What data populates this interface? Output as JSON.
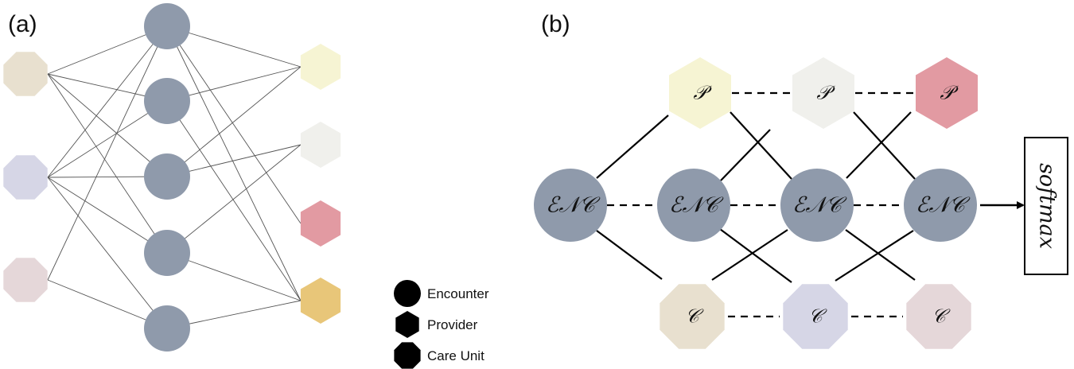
{
  "panel_a": {
    "label": "(a)",
    "care_units": [
      {
        "id": "cu1",
        "color": "#e8e0cf"
      },
      {
        "id": "cu2",
        "color": "#d6d6e6"
      },
      {
        "id": "cu3",
        "color": "#e5d7d9"
      }
    ],
    "encounters": [
      {
        "id": "e1",
        "color": "#8f9aab"
      },
      {
        "id": "e2",
        "color": "#8f9aab"
      },
      {
        "id": "e3",
        "color": "#8f9aab"
      },
      {
        "id": "e4",
        "color": "#8f9aab"
      },
      {
        "id": "e5",
        "color": "#8f9aab"
      }
    ],
    "providers": [
      {
        "id": "p1",
        "color": "#f6f4d3"
      },
      {
        "id": "p2",
        "color": "#f0f0ec"
      },
      {
        "id": "p3",
        "color": "#e29aa2"
      },
      {
        "id": "p4",
        "color": "#e8c679"
      }
    ],
    "edges": [
      [
        "cu1",
        "e1"
      ],
      [
        "cu1",
        "e2"
      ],
      [
        "cu1",
        "e3"
      ],
      [
        "cu1",
        "e4"
      ],
      [
        "cu2",
        "e1"
      ],
      [
        "cu2",
        "e2"
      ],
      [
        "cu2",
        "e3"
      ],
      [
        "cu2",
        "e4"
      ],
      [
        "cu2",
        "e5"
      ],
      [
        "cu3",
        "e1"
      ],
      [
        "cu3",
        "e5"
      ],
      [
        "e1",
        "p1"
      ],
      [
        "e1",
        "p3"
      ],
      [
        "e1",
        "p4"
      ],
      [
        "e2",
        "p1"
      ],
      [
        "e2",
        "p4"
      ],
      [
        "e3",
        "p1"
      ],
      [
        "e3",
        "p2"
      ],
      [
        "e4",
        "p2"
      ],
      [
        "e4",
        "p4"
      ],
      [
        "e5",
        "p4"
      ]
    ],
    "legend": [
      {
        "shape": "circle",
        "label": "Encounter"
      },
      {
        "shape": "hexagon",
        "label": "Provider"
      },
      {
        "shape": "octagon",
        "label": "Care Unit"
      }
    ]
  },
  "panel_b": {
    "label": "(b)",
    "enc_label": "ℰ𝒩𝒞",
    "enc_color": "#8f9aab",
    "providers": [
      {
        "label": "𝒫",
        "color": "#f6f4d3"
      },
      {
        "label": "𝒫",
        "color": "#f0f0ec"
      },
      {
        "label": "𝒫",
        "color": "#e29aa2"
      }
    ],
    "care_units": [
      {
        "label": "𝒞",
        "color": "#e8e0cf"
      },
      {
        "label": "𝒞",
        "color": "#d6d6e6"
      },
      {
        "label": "𝒞",
        "color": "#e5d7d9"
      }
    ],
    "output_label": "softmax"
  }
}
